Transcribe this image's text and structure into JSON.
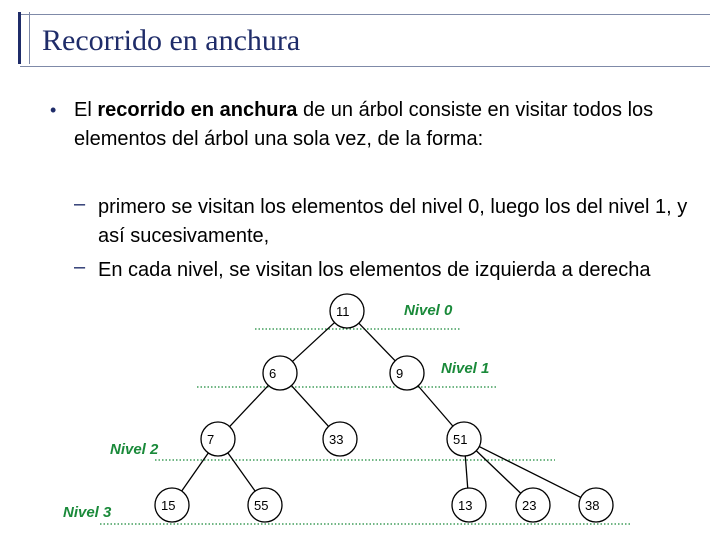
{
  "slide": {
    "title": "Recorrido en anchura",
    "bullet": {
      "prefix": "El ",
      "bold": "recorrido en anchura",
      "suffix": " de un árbol consiste en visitar todos los elementos del árbol una sola vez, de la forma:"
    },
    "sub_bullets": [
      "primero se visitan los elementos del nivel 0, luego los del nivel 1, y así sucesivamente,",
      "En cada nivel, se visitan los elementos de izquierda a derecha"
    ]
  },
  "tree": {
    "nodes": [
      {
        "id": "n11",
        "label": "11",
        "level": 0
      },
      {
        "id": "n6",
        "label": "6",
        "level": 1
      },
      {
        "id": "n9",
        "label": "9",
        "level": 1
      },
      {
        "id": "n7",
        "label": "7",
        "level": 2
      },
      {
        "id": "n33",
        "label": "33",
        "level": 2
      },
      {
        "id": "n51",
        "label": "51",
        "level": 2
      },
      {
        "id": "n15",
        "label": "15",
        "level": 3
      },
      {
        "id": "n55",
        "label": "55",
        "level": 3
      },
      {
        "id": "n13",
        "label": "13",
        "level": 3
      },
      {
        "id": "n23",
        "label": "23",
        "level": 3
      },
      {
        "id": "n38",
        "label": "38",
        "level": 3
      }
    ],
    "edges": [
      [
        "n11",
        "n6"
      ],
      [
        "n11",
        "n9"
      ],
      [
        "n6",
        "n7"
      ],
      [
        "n6",
        "n33"
      ],
      [
        "n9",
        "n51"
      ],
      [
        "n7",
        "n15"
      ],
      [
        "n7",
        "n55"
      ],
      [
        "n51",
        "n13"
      ],
      [
        "n51",
        "n23"
      ],
      [
        "n51",
        "n38"
      ]
    ],
    "levels": [
      "Nivel 0",
      "Nivel 1",
      "Nivel 2",
      "Nivel 3"
    ],
    "colors": {
      "level_label": "#1a8a3a",
      "dotted_line": "#1a8a3a",
      "title": "#1f2c69"
    }
  }
}
